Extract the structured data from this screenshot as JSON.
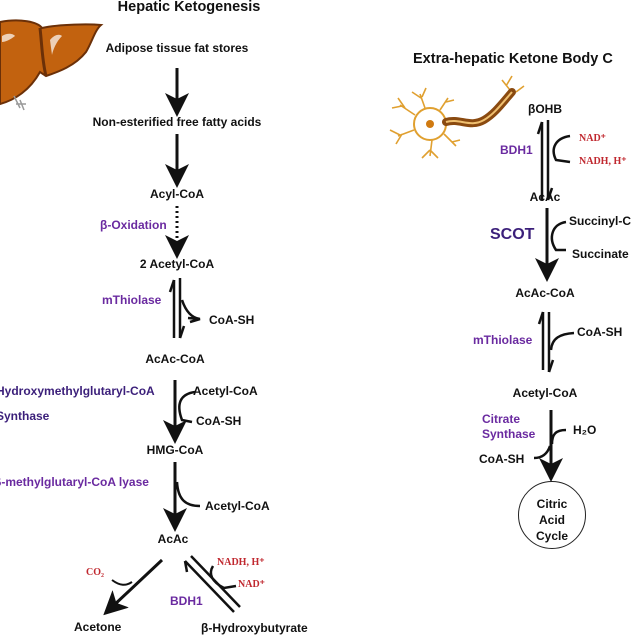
{
  "left_panel": {
    "title": "Hepatic Ketogenesis",
    "illustration": "liver-icon",
    "steps": {
      "adipose": "Adipose tissue fat stores",
      "nefa": "Non-esterified free fatty acids",
      "acyl_coa": "Acyl-CoA",
      "beta_oxidation": "β-Oxidation",
      "two_acetyl_coa": "2 Acetyl-CoA",
      "mthiolase": "mThiolase",
      "coash_1": "CoA-SH",
      "acac_coa": "AcAc-CoA",
      "hmgcs_line1": "Hydroxymethylglutaryl-CoA",
      "hmgcs_line2": "Synthase",
      "acetyl_coa_in": "Acetyl-CoA",
      "coash_2": "CoA-SH",
      "hmg_coa": "HMG-CoA",
      "hmgcl": "β-methylglutaryl-CoA lyase",
      "acetyl_coa_out": "Acetyl-CoA",
      "acac": "AcAc",
      "co2": "CO₂",
      "nadh": "NADH, H⁺",
      "nad": "NAD⁺",
      "bdh1": "BDH1",
      "acetone": "Acetone",
      "bohb": "β-Hydroxybutyrate"
    }
  },
  "right_panel": {
    "title": "Extra-hepatic Ketone Body C",
    "illustration": "neuron-icon",
    "steps": {
      "bohb": "βOHB",
      "bdh1": "BDH1",
      "nad": "NAD⁺",
      "nadh": "NADH, H⁺",
      "acac": "AcAc",
      "scot": "SCOT",
      "succinyl": "Succinyl-C",
      "succinate": "Succinate",
      "acac_coa": "AcAc-CoA",
      "mthiolase": "mThiolase",
      "coash": "CoA-SH",
      "acetyl_coa": "Acetyl-CoA",
      "citrate_line1": "Citrate",
      "citrate_line2": "Synthase",
      "h2o": "H₂O",
      "coash_2": "CoA-SH",
      "tca_line1": "Citric",
      "tca_line2": "Acid",
      "tca_line3": "Cycle"
    }
  },
  "colors": {
    "enzyme": "#6a2aa0",
    "enzyme_dark": "#3b1f7a",
    "cofactor": "#c0282f",
    "liver": "#c2620f",
    "neuron": "#e0a030"
  }
}
